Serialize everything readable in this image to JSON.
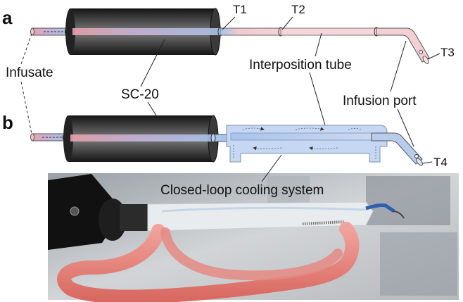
{
  "panels": {
    "a": "a",
    "b": "b"
  },
  "labels": {
    "t1": "T1",
    "t2": "T2",
    "t3": "T3",
    "t4": "T4",
    "infusate": "Infusate",
    "sc20": "SC-20",
    "interposition_tube": "Interposition tube",
    "infusion_port": "Infusion port",
    "cooling_system": "Closed-loop cooling system"
  },
  "colors": {
    "infusate_warm": "#e8a0a8",
    "infusate_cool": "#a9c3ea",
    "coolant_fill": "#c5d7f2",
    "cylinder_dark": "#1b1b1b",
    "photo_tube": "#e8807a"
  }
}
